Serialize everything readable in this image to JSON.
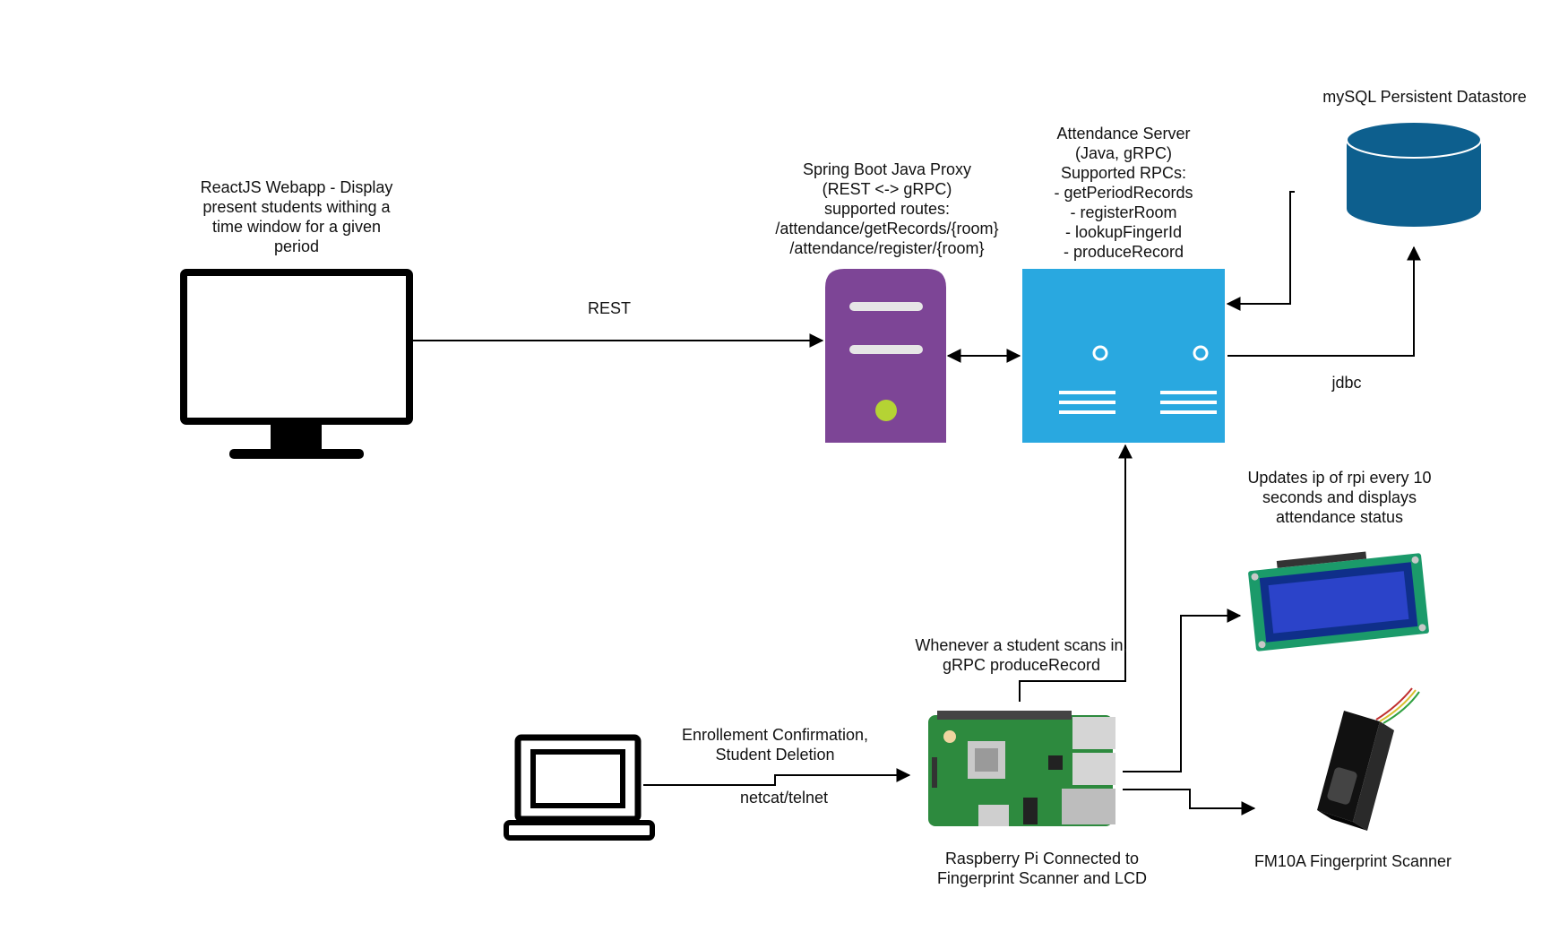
{
  "webapp": {
    "caption": [
      "ReactJS Webapp - Display",
      "present students withing a",
      "time window for a given",
      "period"
    ]
  },
  "proxy": {
    "caption": [
      "Spring Boot Java Proxy",
      "(REST <-> gRPC)",
      "supported routes:",
      "/attendance/getRecords/{room}",
      "/attendance/register/{room}"
    ]
  },
  "server": {
    "caption": [
      "Attendance Server",
      "(Java, gRPC)",
      "Supported RPCs:",
      "- getPeriodRecords",
      "- registerRoom",
      "- lookupFingerId",
      "- produceRecord"
    ]
  },
  "datastore": {
    "caption": "mySQL Persistent Datastore"
  },
  "lcd": {
    "caption": [
      "Updates ip of rpi every 10",
      "seconds and displays",
      "attendance status"
    ]
  },
  "rpi": {
    "caption": [
      "Raspberry Pi Connected to",
      "Fingerprint Scanner and LCD"
    ]
  },
  "scanner": {
    "caption": "FM10A Fingerprint Scanner"
  },
  "edges": {
    "rest": "REST",
    "jdbc": "jdbc",
    "produce_record": [
      "Whenever a student scans in,",
      "gRPC produceRecord"
    ],
    "enrollment": [
      "Enrollement Confirmation,",
      "Student Deletion"
    ],
    "netcat": "netcat/telnet"
  },
  "colors": {
    "proxy": "#7d4596",
    "proxy_detail": "#e6e6e6",
    "proxy_light": "#b5d334",
    "server": "#29a8e0",
    "datastore": "#0d5f8e",
    "line": "#000000"
  },
  "icons": [
    "monitor-icon",
    "laptop-icon",
    "proxy-server-icon",
    "attendance-server-icon",
    "database-icon",
    "lcd-display-icon",
    "raspberry-pi-icon",
    "fingerprint-scanner-icon"
  ]
}
